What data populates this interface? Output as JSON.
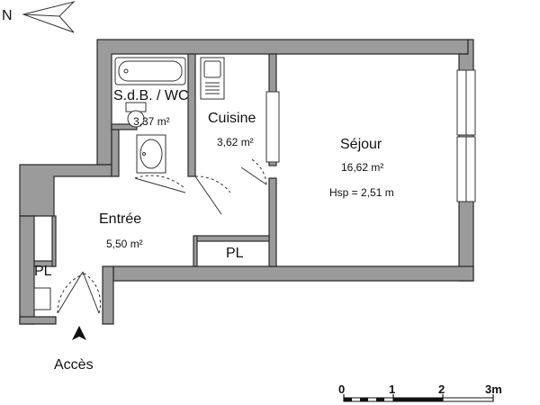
{
  "rooms": {
    "sdb": {
      "name": "S.d.B. / WC",
      "area": "3,37 m²"
    },
    "cuisine": {
      "name": "Cuisine",
      "area": "3,62 m²"
    },
    "sejour": {
      "name": "Séjour",
      "area": "16,62 m²",
      "height": "Hsp = 2,51 m"
    },
    "entree": {
      "name": "Entrée",
      "area": "5,50 m²"
    },
    "placard_hall": {
      "name": "PL"
    },
    "placard_entry": {
      "name": "PL"
    }
  },
  "access": {
    "label": "Accès"
  },
  "compass": {
    "letter": "N"
  },
  "scale": {
    "ticks": [
      "0",
      "1",
      "2",
      "3m"
    ]
  },
  "colors": {
    "wall": "#9b9b9b",
    "line": "#333333"
  }
}
